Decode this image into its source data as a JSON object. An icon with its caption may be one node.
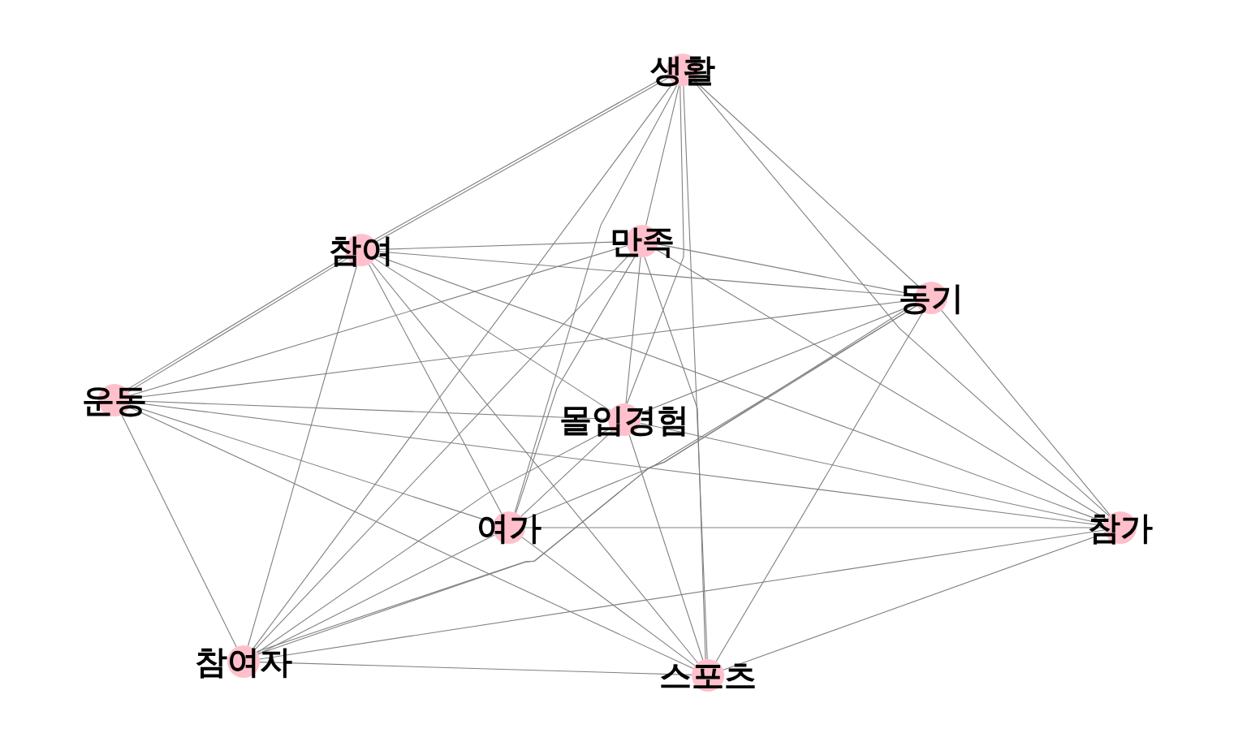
{
  "diagram": {
    "nodes": [
      {
        "text": [
          "생활"
        ]
      },
      {
        "text": [
          "참여"
        ]
      },
      {
        "text": [
          "만족"
        ]
      },
      {
        "text": [
          "동기"
        ]
      },
      {
        "text": [
          "운동"
        ]
      },
      {
        "text": [
          "몰입경험"
        ]
      },
      {
        "text": [
          "여가"
        ]
      },
      {
        "text": [
          "참가"
        ]
      },
      {
        "text": [
          "참여자"
        ]
      },
      {
        "text": [
          "스포츠"
        ]
      }
    ],
    "edges": [
      {
        "from": 0,
        "to": 1,
        "arrow": "none"
      },
      {
        "from": 0,
        "to": 1,
        "arrow": "none"
      },
      {
        "from": 0,
        "to": 2,
        "arrow": "none"
      },
      {
        "from": 0,
        "to": 3,
        "arrow": "none"
      },
      {
        "from": 0,
        "to": 5,
        "arrow": "none"
      },
      {
        "from": 0,
        "to": 6,
        "arrow": "none"
      },
      {
        "from": 0,
        "to": 7,
        "arrow": "none"
      },
      {
        "from": 0,
        "to": 8,
        "arrow": "none"
      },
      {
        "from": 0,
        "to": 9,
        "arrow": "none"
      },
      {
        "from": 1,
        "to": 2,
        "arrow": "none"
      },
      {
        "from": 1,
        "to": 3,
        "arrow": "none"
      },
      {
        "from": 1,
        "to": 4,
        "arrow": "none"
      },
      {
        "from": 1,
        "to": 4,
        "arrow": "none"
      },
      {
        "from": 1,
        "to": 5,
        "arrow": "none"
      },
      {
        "from": 1,
        "to": 6,
        "arrow": "none"
      },
      {
        "from": 1,
        "to": 7,
        "arrow": "none"
      },
      {
        "from": 1,
        "to": 8,
        "arrow": "none"
      },
      {
        "from": 1,
        "to": 9,
        "arrow": "none"
      },
      {
        "from": 2,
        "to": 3,
        "arrow": "none"
      },
      {
        "from": 2,
        "to": 4,
        "arrow": "none"
      },
      {
        "from": 2,
        "to": 5,
        "arrow": "none"
      },
      {
        "from": 2,
        "to": 6,
        "arrow": "none"
      },
      {
        "from": 2,
        "to": 7,
        "arrow": "none"
      },
      {
        "from": 2,
        "to": 8,
        "arrow": "none"
      },
      {
        "from": 2,
        "to": 9,
        "arrow": "none"
      },
      {
        "from": 3,
        "to": 4,
        "arrow": "none"
      },
      {
        "from": 3,
        "to": 5,
        "arrow": "none"
      },
      {
        "from": 3,
        "to": 6,
        "arrow": "none"
      },
      {
        "from": 3,
        "to": 7,
        "arrow": "none"
      },
      {
        "from": 3,
        "to": 8,
        "arrow": "none"
      },
      {
        "from": 3,
        "to": 8,
        "arrow": "none"
      },
      {
        "from": 3,
        "to": 9,
        "arrow": "none"
      },
      {
        "from": 4,
        "to": 5,
        "arrow": "none"
      },
      {
        "from": 4,
        "to": 6,
        "arrow": "none"
      },
      {
        "from": 4,
        "to": 7,
        "arrow": "none"
      },
      {
        "from": 4,
        "to": 8,
        "arrow": "none"
      },
      {
        "from": 4,
        "to": 9,
        "arrow": "none"
      },
      {
        "from": 5,
        "to": 6,
        "arrow": "none"
      },
      {
        "from": 5,
        "to": 7,
        "arrow": "none"
      },
      {
        "from": 5,
        "to": 8,
        "arrow": "none"
      },
      {
        "from": 5,
        "to": 9,
        "arrow": "none"
      },
      {
        "from": 6,
        "to": 7,
        "arrow": "none"
      },
      {
        "from": 6,
        "to": 8,
        "arrow": "none"
      },
      {
        "from": 6,
        "to": 9,
        "arrow": "none"
      },
      {
        "from": 7,
        "to": 8,
        "arrow": "none"
      },
      {
        "from": 7,
        "to": 9,
        "arrow": "none"
      },
      {
        "from": 8,
        "to": 9,
        "arrow": "none"
      }
    ]
  }
}
